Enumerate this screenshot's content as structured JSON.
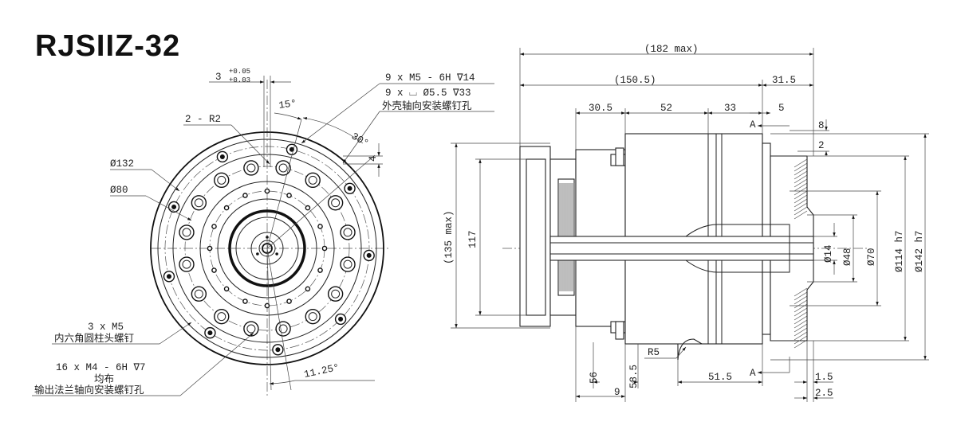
{
  "title": "RJSIIZ-32",
  "front_view": {
    "tol_main": "3",
    "tol_upper": "+0.05",
    "tol_lower": "+0.03",
    "r2": "2 - R2",
    "angle_15": "15°",
    "angle_30": "30°",
    "dim_4": "4",
    "d132": "Ø132",
    "d80": "Ø80",
    "m5_count": "3 x M5",
    "m5_desc": "内六角圆柱头螺钉",
    "m4_spec": "16 x M4 - 6H ∇7",
    "m4_even": "均布",
    "m4_desc": "输出法兰轴向安装螺钉孔",
    "angle_1125": "11.25°",
    "housing_spec1": "9 x M5 - 6H ∇14",
    "housing_spec2": "9 x ⌴ Ø5.5 ∇33",
    "housing_desc": "外壳轴向安装螺钉孔"
  },
  "side_view": {
    "d182": "(182 max)",
    "d1505": "(150.5)",
    "d315": "31.5",
    "d305": "30.5",
    "d52": "52",
    "d33": "33",
    "d5": "5",
    "d8": "8",
    "d2": "2",
    "datum_a": "A",
    "d135": "(135 max)",
    "d117": "117",
    "d14": "Ø14",
    "d48": "Ø48",
    "d70": "Ø70",
    "d114": "Ø114 h7",
    "d142": "Ø142 h7",
    "r5": "R5",
    "d56": "56",
    "d585": "58.5",
    "d9": "9",
    "d515": "51.5",
    "d15": "1.5",
    "d25": "2.5"
  }
}
